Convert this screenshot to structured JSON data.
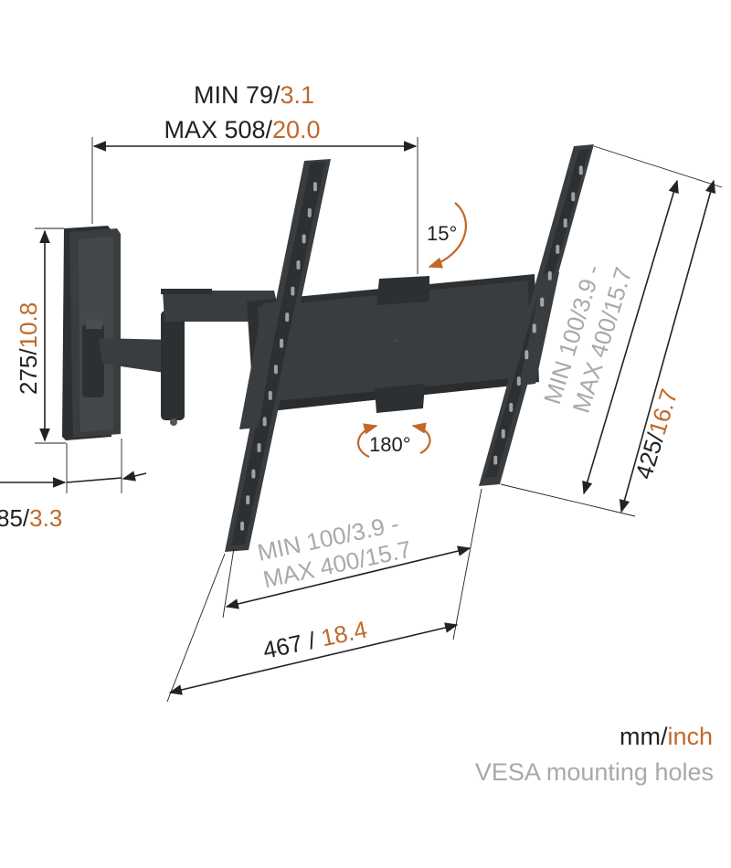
{
  "top_dimension": {
    "line1_mm": "MIN 79/",
    "line1_inch": "3.1",
    "line2_mm": "MAX 508/",
    "line2_inch": "20.0"
  },
  "tilt_label": "15°",
  "rotation_label": "180°",
  "wallplate_height": {
    "mm": "275/",
    "inch": "10.8"
  },
  "wall_depth": {
    "mm": "85/",
    "inch": "3.3"
  },
  "vesa_vertical": {
    "line1": "MIN 100/3.9 -",
    "line2": "MAX 400/15.7"
  },
  "vesa_horizontal": {
    "line1": "MIN 100/3.9 -",
    "line2": "MAX 400/15.7"
  },
  "total_height": {
    "mm": "425/",
    "inch": "16.7"
  },
  "total_width": {
    "mm": "467 / ",
    "inch": "18.4"
  },
  "legend": {
    "units_mm": "mm/",
    "units_inch": "inch",
    "vesa_note": "VESA mounting holes"
  },
  "colors": {
    "mm": "#222222",
    "inch": "#c0692a",
    "vesa": "#a9a9a9",
    "steel": "#3a3d40"
  }
}
